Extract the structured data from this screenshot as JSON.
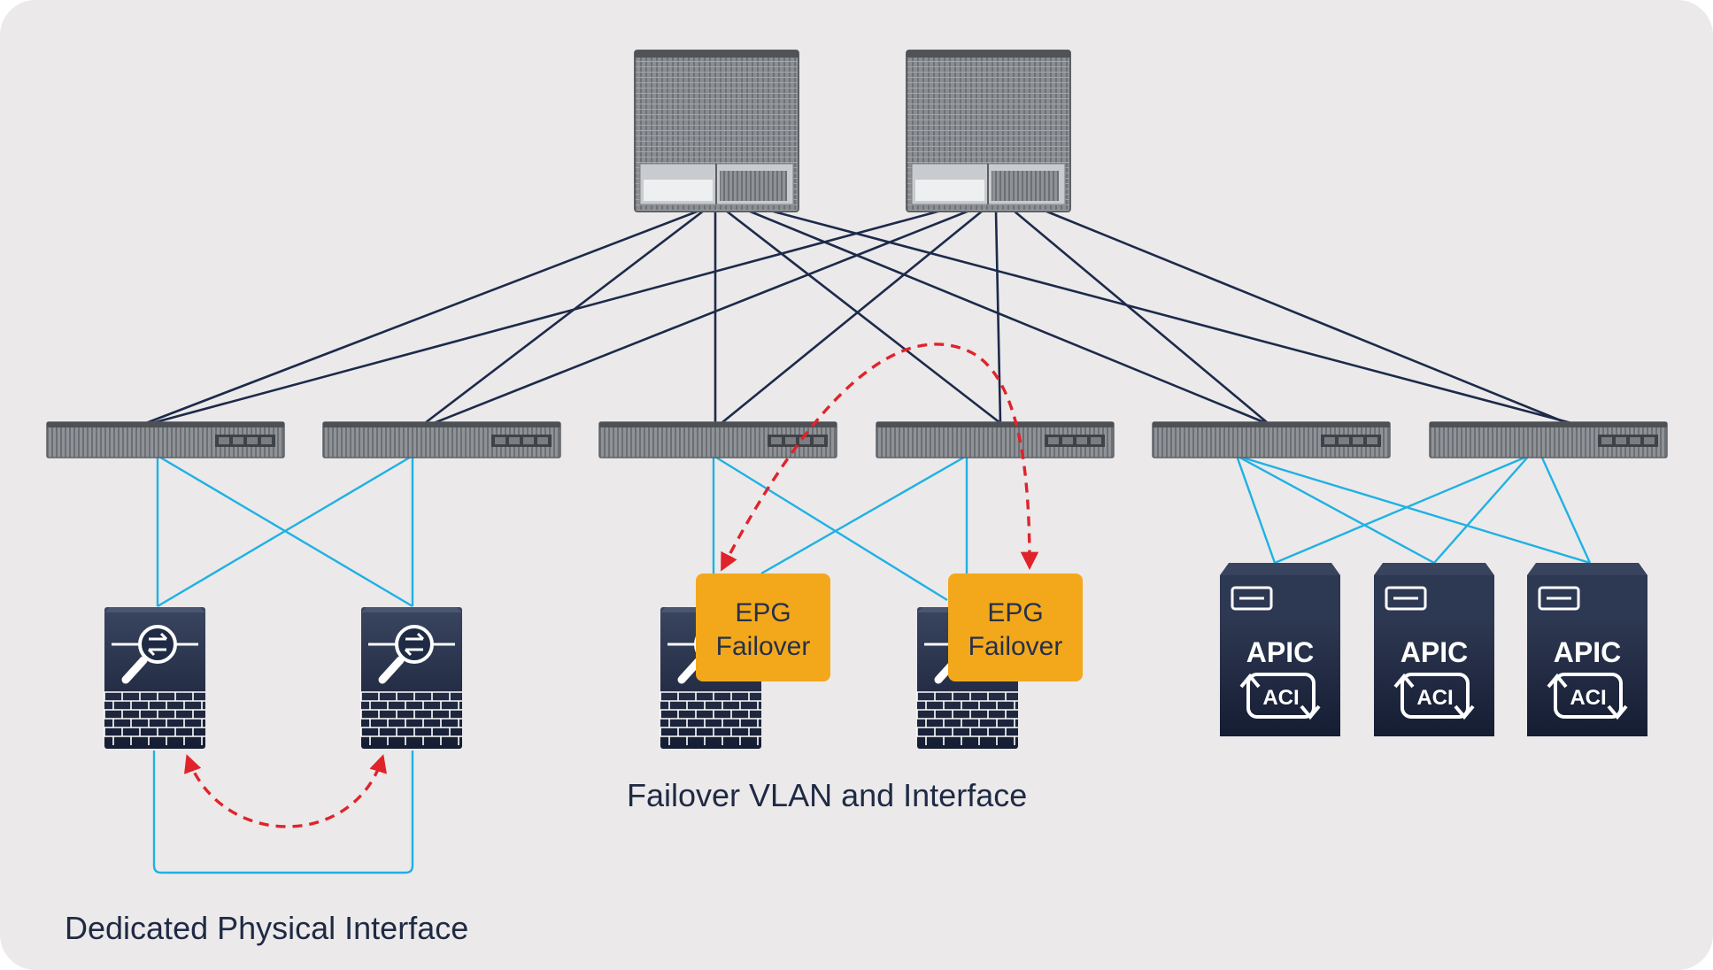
{
  "colors": {
    "background": "#ebe9ea",
    "fabric_link": "#1d2a4a",
    "access_link": "#1fb1e4",
    "failover_arrow": "#e0232a",
    "epg_box": "#f3a81b",
    "device_dark": "#1f2a44",
    "chassis_gray": "#8c8f94"
  },
  "icons": {
    "spine": "spine-switch-icon",
    "leaf": "leaf-switch-icon",
    "firewall": "firewall-icon",
    "apic": "apic-controller-icon"
  },
  "spines": [
    {
      "id": "spine-1"
    },
    {
      "id": "spine-2"
    }
  ],
  "leaves": [
    {
      "id": "leaf-1"
    },
    {
      "id": "leaf-2"
    },
    {
      "id": "leaf-3"
    },
    {
      "id": "leaf-4"
    },
    {
      "id": "leaf-5"
    },
    {
      "id": "leaf-6"
    }
  ],
  "firewalls": [
    {
      "id": "fw-1"
    },
    {
      "id": "fw-2"
    },
    {
      "id": "fw-3"
    },
    {
      "id": "fw-4"
    }
  ],
  "epg_boxes": [
    {
      "line1": "EPG",
      "line2": "Failover"
    },
    {
      "line1": "EPG",
      "line2": "Failover"
    }
  ],
  "apics": [
    {
      "label": "APIC",
      "badge": "ACI"
    },
    {
      "label": "APIC",
      "badge": "ACI"
    },
    {
      "label": "APIC",
      "badge": "ACI"
    }
  ],
  "captions": {
    "failover_vlan": "Failover VLAN and Interface",
    "dedicated_interface": "Dedicated Physical Interface"
  }
}
